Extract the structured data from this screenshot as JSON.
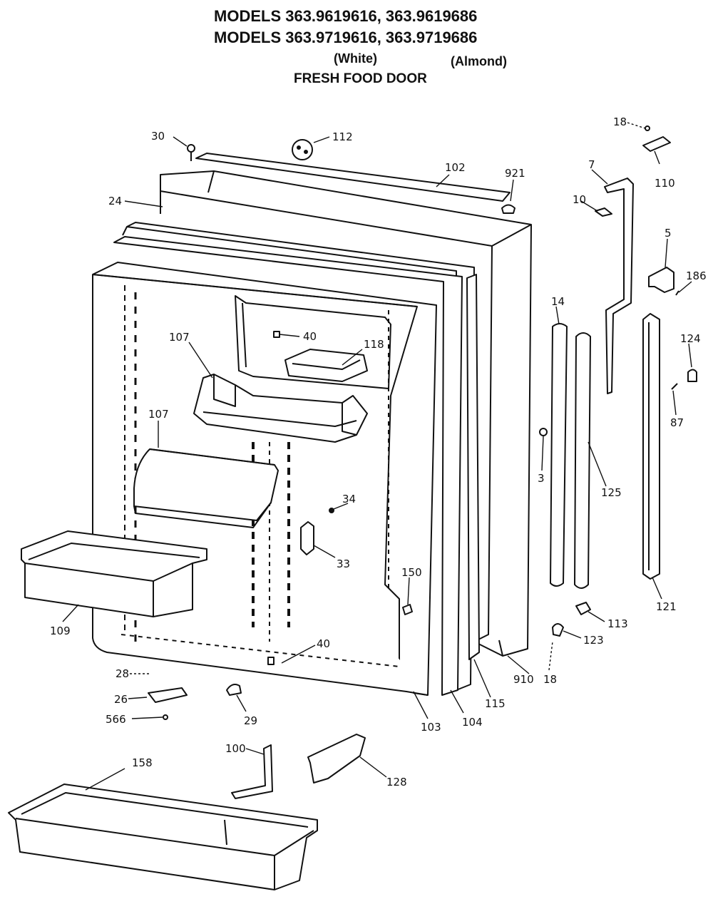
{
  "header": {
    "models_line_1": "MODELS 363.9619616, 363.9619686",
    "models_line_2": "MODELS 363.9719616, 363.9719686",
    "color_white": "(White)",
    "color_almond": "(Almond)",
    "section_title": "FRESH FOOD DOOR"
  },
  "callouts": {
    "p30": "30",
    "p112": "112",
    "p102": "102",
    "p921": "921",
    "p24": "24",
    "p18_top": "18",
    "p110": "110",
    "p7": "7",
    "p10": "10",
    "p5": "5",
    "p186": "186",
    "p14": "14",
    "p124": "124",
    "p87": "87",
    "p3": "3",
    "p125": "125",
    "p121": "121",
    "p107_upper": "107",
    "p107_lower": "107",
    "p40_upper": "40",
    "p118": "118",
    "p34": "34",
    "p33": "33",
    "p150": "150",
    "p40_lower": "40",
    "p109": "109",
    "p113": "113",
    "p123": "123",
    "p18_bottom": "18",
    "p910": "910",
    "p115": "115",
    "p104": "104",
    "p103": "103",
    "p28": "28",
    "p26": "26",
    "p566": "566",
    "p29": "29",
    "p100": "100",
    "p128": "128",
    "p158": "158"
  }
}
